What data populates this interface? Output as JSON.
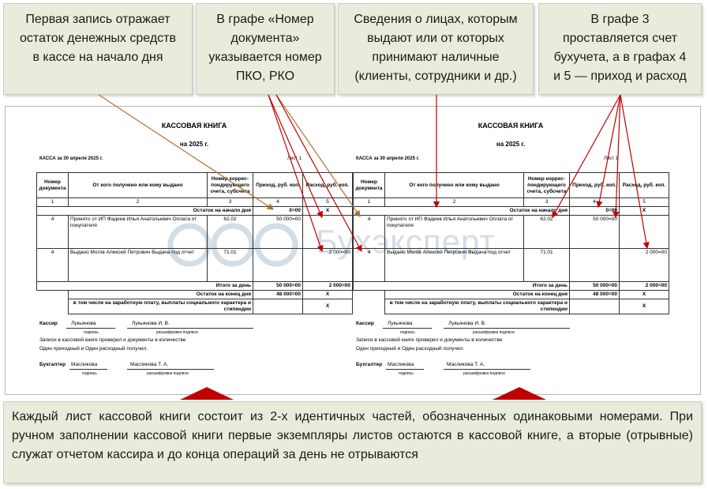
{
  "callouts": {
    "c1": "Первая запись отражает\nостаток денежных средств\nв кассе на начало дня",
    "c2": "В графе «Номер\nдокумента»\nуказывается номер\nПКО, РКО",
    "c3": "Сведения о лицах, которым\nвыдают или от которых\nпринимают наличные\n(клиенты, сотрудники и др.)",
    "c4": "В графе 3\nпроставляется счет\nбухучета, а в графах 4\nи 5 — приход и расход"
  },
  "bottom_note": "Каждый лист кассовой книги состоит из 2-х идентичных частей, обозначенных одинаковыми номерами. При ручном заполнении кассовой книги первые экземпляры листов остаются в кассовой книге, а вторые (отрывные) служат отчетом кассира и до конца операций за день не отрываются",
  "watermark": "Бухэксперт",
  "book": {
    "title": "КАССОВАЯ КНИГА",
    "year": "на 2025 г.",
    "kassa": "КАССА за 30 апреля 2025 г.",
    "sheet": "Лист 1",
    "headers": {
      "doc_no": "Номер документа",
      "from_to": "От кого получено или кому выдано",
      "account": "Номер коррес-пондирующего счета, субсчета",
      "income": "Приход, руб. коп.",
      "expense": "Расход, руб. коп."
    },
    "col_numbers": [
      "1",
      "2",
      "3",
      "4",
      "5"
    ],
    "opening_label": "Остаток на начало дня",
    "opening_income": "0=00",
    "opening_expense": "X",
    "rows": [
      {
        "doc": "4",
        "desc": "Принято от ИП Фадеев Илья Анатольевич Оплата от покупателя",
        "account": "62.02",
        "income": "50 000=00",
        "expense": ""
      },
      {
        "doc": "4",
        "desc": "Выдано Могов Алексей Петрович Выдача под отчет",
        "account": "71.01",
        "income": "",
        "expense": "2 000=00"
      }
    ],
    "total_label": "Итого за день",
    "total_income": "50 000=00",
    "total_expense": "2 000=00",
    "closing_label": "Остаток на конец дня",
    "closing_income": "48 000=00",
    "closing_expense": "X",
    "salary_label": "в том числе на заработную плату, выплаты социального характера и стипендии",
    "salary_income": "",
    "salary_expense": "X",
    "cashier_label": "Кассир",
    "cashier_sign": "Лукьянова",
    "cashier_name": "Лукьянова И. В.",
    "cap_sign": "подпись",
    "cap_decode": "расшифровка подписи",
    "checked_text": "Записи в кассовой книге проверил и документы в количестве",
    "docs_count": "Один приходный и Один расходный получил.",
    "accountant_label": "Бухгалтер",
    "accountant_sign": "Масликова",
    "accountant_name": "Масликова Т. А."
  },
  "colors": {
    "callout_bg": "#e9ecdc",
    "arrow_brown": "#b07030",
    "arrow_red": "#c00000"
  }
}
